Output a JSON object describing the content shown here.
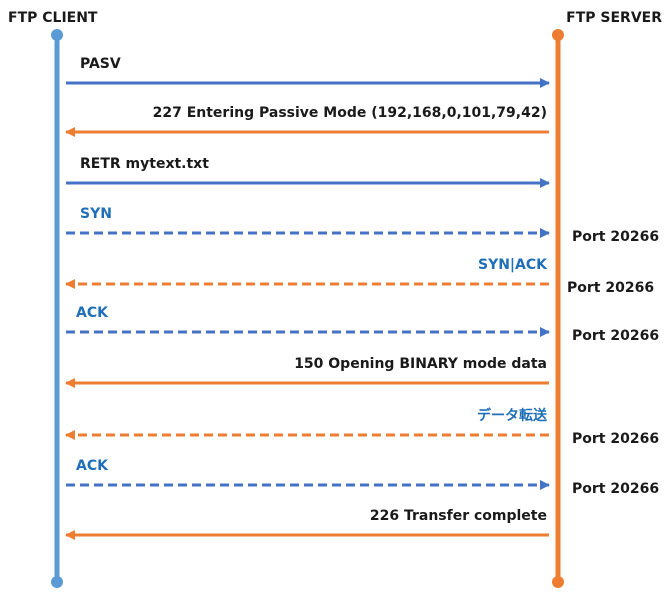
{
  "client_label": "FTP CLIENT",
  "server_label": "FTP SERVER",
  "colors": {
    "client": "#5b9bd5",
    "server": "#ed7d31",
    "arrow_right": "#4472c4",
    "arrow_left": "#ed7d31",
    "label_dark": "#1a1a1a",
    "label_blue": "#1f6fb8"
  },
  "messages": [
    {
      "label": "PASV",
      "direction": "right",
      "style": "solid",
      "label_color": "dark",
      "port": ""
    },
    {
      "label": "227 Entering Passive Mode (192,168,0,101,79,42)",
      "direction": "left",
      "style": "solid",
      "label_color": "dark",
      "port": ""
    },
    {
      "label": "RETR mytext.txt",
      "direction": "right",
      "style": "solid",
      "label_color": "dark",
      "port": ""
    },
    {
      "label": "SYN",
      "direction": "right",
      "style": "dashed",
      "label_color": "blue",
      "port": "Port 20266"
    },
    {
      "label": "SYN|ACK",
      "direction": "left",
      "style": "dashed",
      "label_color": "blue",
      "port": "Port 20266"
    },
    {
      "label": "ACK",
      "direction": "right",
      "style": "dashed",
      "label_color": "blue",
      "port": "Port 20266"
    },
    {
      "label": "150 Opening BINARY mode data",
      "direction": "left",
      "style": "solid",
      "label_color": "dark",
      "port": ""
    },
    {
      "label": "データ転送",
      "direction": "left",
      "style": "dashed",
      "label_color": "blue",
      "port": "Port 20266"
    },
    {
      "label": "ACK",
      "direction": "right",
      "style": "dashed",
      "label_color": "blue",
      "port": "Port 20266"
    },
    {
      "label": "226 Transfer complete",
      "direction": "left",
      "style": "solid",
      "label_color": "dark",
      "port": ""
    }
  ]
}
